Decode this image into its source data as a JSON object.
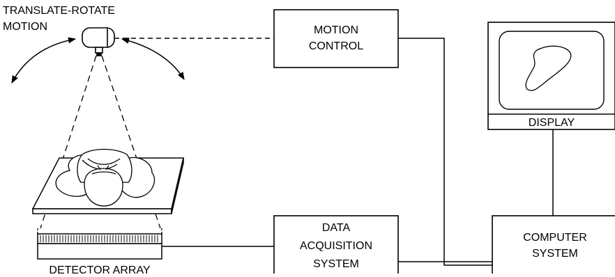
{
  "labels": {
    "motion_line1": "TRANSLATE-ROTATE",
    "motion_line2": "MOTION",
    "motion_control_line1": "MOTION",
    "motion_control_line2": "CONTROL",
    "display": "DISPLAY",
    "data_acq_line1": "DATA",
    "data_acq_line2": "ACQUISITION",
    "data_acq_line3": "SYSTEM",
    "computer_line1": "COMPUTER",
    "computer_line2": "SYSTEM",
    "detector_array": "DETECTOR ARRAY"
  }
}
